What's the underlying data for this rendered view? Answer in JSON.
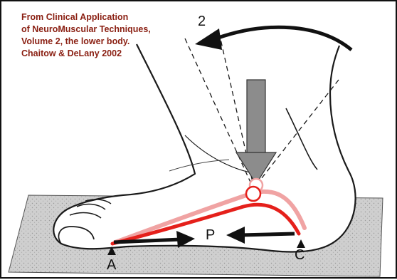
{
  "credit": {
    "lines": [
      "From Clinical Application",
      "of NeuroMuscular Techniques,",
      "Volume 2, the lower body.",
      "Chaitow & DeLany 2002"
    ]
  },
  "labels": {
    "rotation": "2",
    "point_a": "A",
    "point_c": "C",
    "point_p": "P"
  },
  "colors": {
    "credit_text": "#8a1f12",
    "arch_active": "#e5201b",
    "arch_prior": "#f0a3a3",
    "pressure_arrow": "#8c8c8c",
    "surface": "#c9c9c9"
  }
}
